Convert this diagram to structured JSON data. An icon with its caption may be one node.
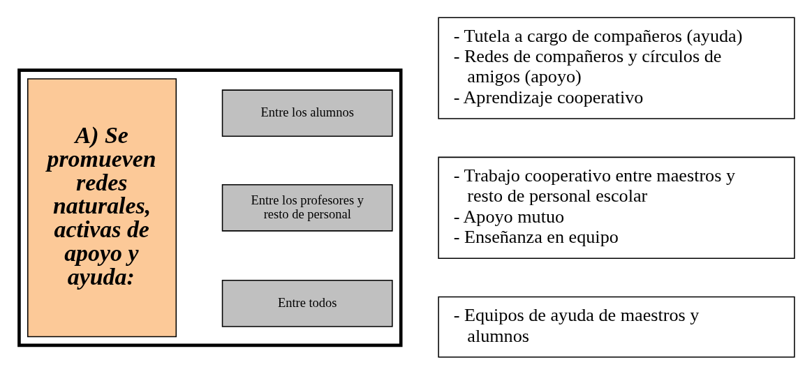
{
  "diagram": {
    "nodes": [
      {
        "text": [],
        "shape": "box"
      },
      {
        "text": [
          "A) Se promueven redes naturales, activas de apoyo y ayuda:"
        ],
        "in": 0
      },
      {
        "text": [
          "Entre los alumnos"
        ],
        "in": 0
      },
      {
        "text": [
          "Entre los profesores y resto de personal"
        ],
        "in": 0
      },
      {
        "text": [
          "Entre todos"
        ],
        "in": 0
      },
      {
        "text": [
          "- Tutela a cargo de compañeros (ayuda)",
          "- Redes de compañeros y círculos de amigos (apoyo)",
          "- Aprendizaje cooperativo"
        ]
      },
      {
        "text": [
          "- Trabajo cooperativo entre maestros y resto de personal escolar",
          "- Apoyo mutuo",
          "- Enseñanza en equipo"
        ]
      },
      {
        "text": [
          "- Equipos de ayuda de maestros y alumnos"
        ]
      }
    ],
    "edges": []
  }
}
